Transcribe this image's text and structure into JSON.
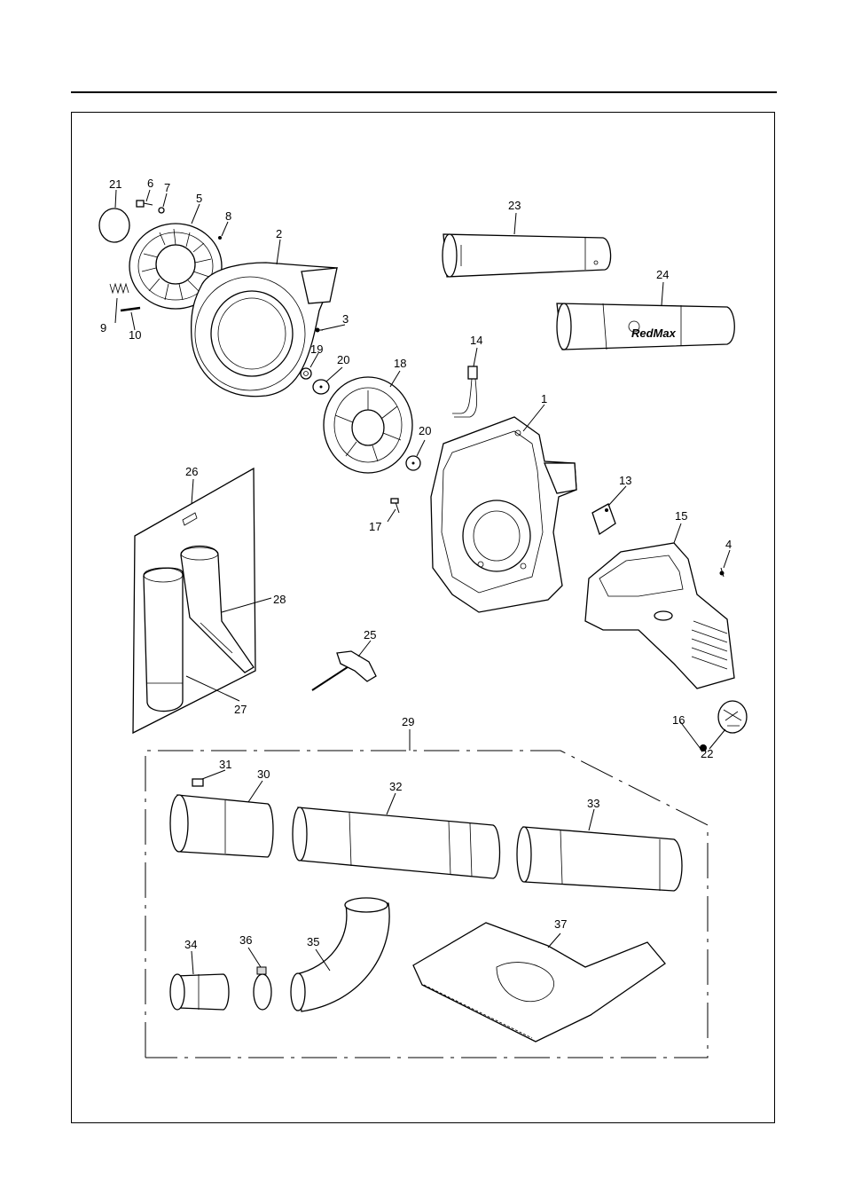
{
  "diagram": {
    "labels": {
      "l1": "1",
      "l2": "2",
      "l3": "3",
      "l4": "4",
      "l5": "5",
      "l6": "6",
      "l7": "7",
      "l8": "8",
      "l9": "9",
      "l10": "10",
      "l13": "13",
      "l14": "14",
      "l15": "15",
      "l16": "16",
      "l17": "17",
      "l18": "18",
      "l19": "19",
      "l20a": "20",
      "l20b": "20",
      "l21": "21",
      "l22": "22",
      "l23": "23",
      "l24": "24",
      "l25": "25",
      "l26": "26",
      "l27": "27",
      "l28": "28",
      "l29": "29",
      "l30": "30",
      "l31": "31",
      "l32": "32",
      "l33": "33",
      "l34": "34",
      "l35": "35",
      "l36": "36",
      "l37": "37"
    },
    "brand_logo_text": "RedMax"
  }
}
